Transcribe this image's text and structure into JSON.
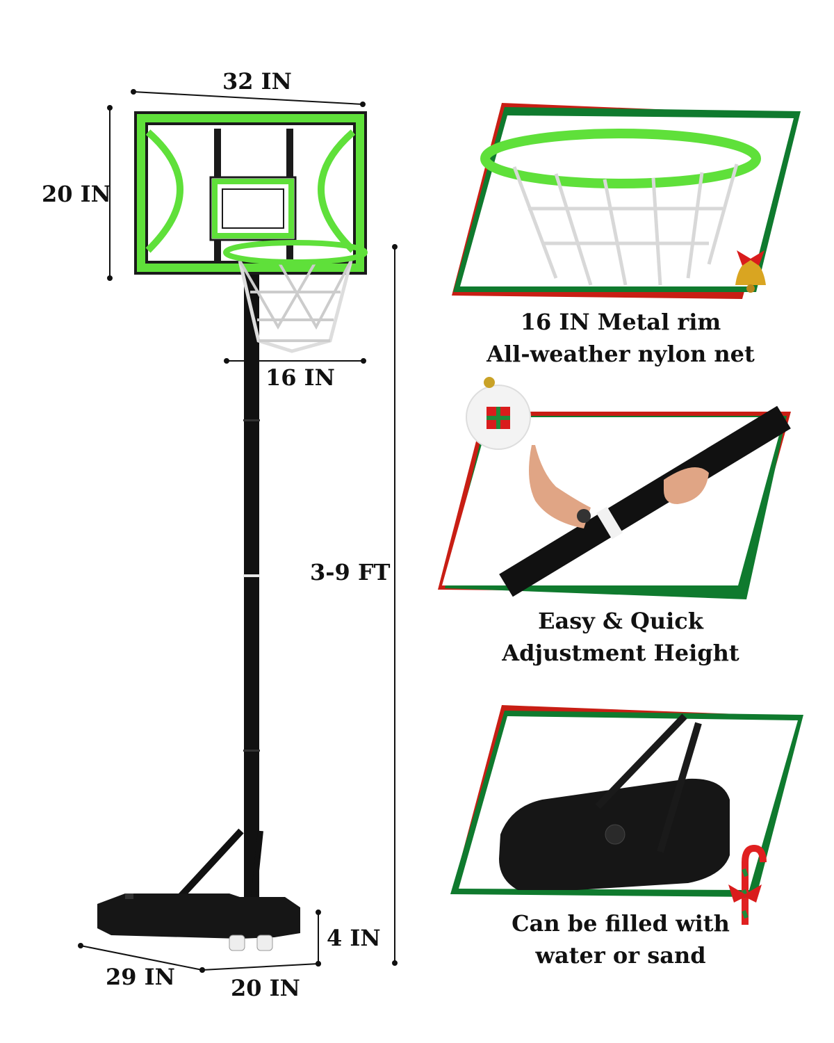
{
  "dimensions": {
    "backboard_width": "32 IN",
    "backboard_height": "20 IN",
    "rim_diameter": "16 IN",
    "height_range": "3-9 FT",
    "base_height": "4 IN",
    "base_length": "29 IN",
    "base_width": "20 IN"
  },
  "features": [
    {
      "line1": "16 IN Metal rim",
      "line2": "All-weather nylon net"
    },
    {
      "line1": "Easy & Quick",
      "line2": "Adjustment Height"
    },
    {
      "line1": "Can be filled with",
      "line2": "water or sand"
    }
  ],
  "colors": {
    "accent_green": "#5fe03a",
    "frame_red": "#c81e14",
    "frame_green": "#0f7a2e",
    "pole_black": "#111111"
  }
}
